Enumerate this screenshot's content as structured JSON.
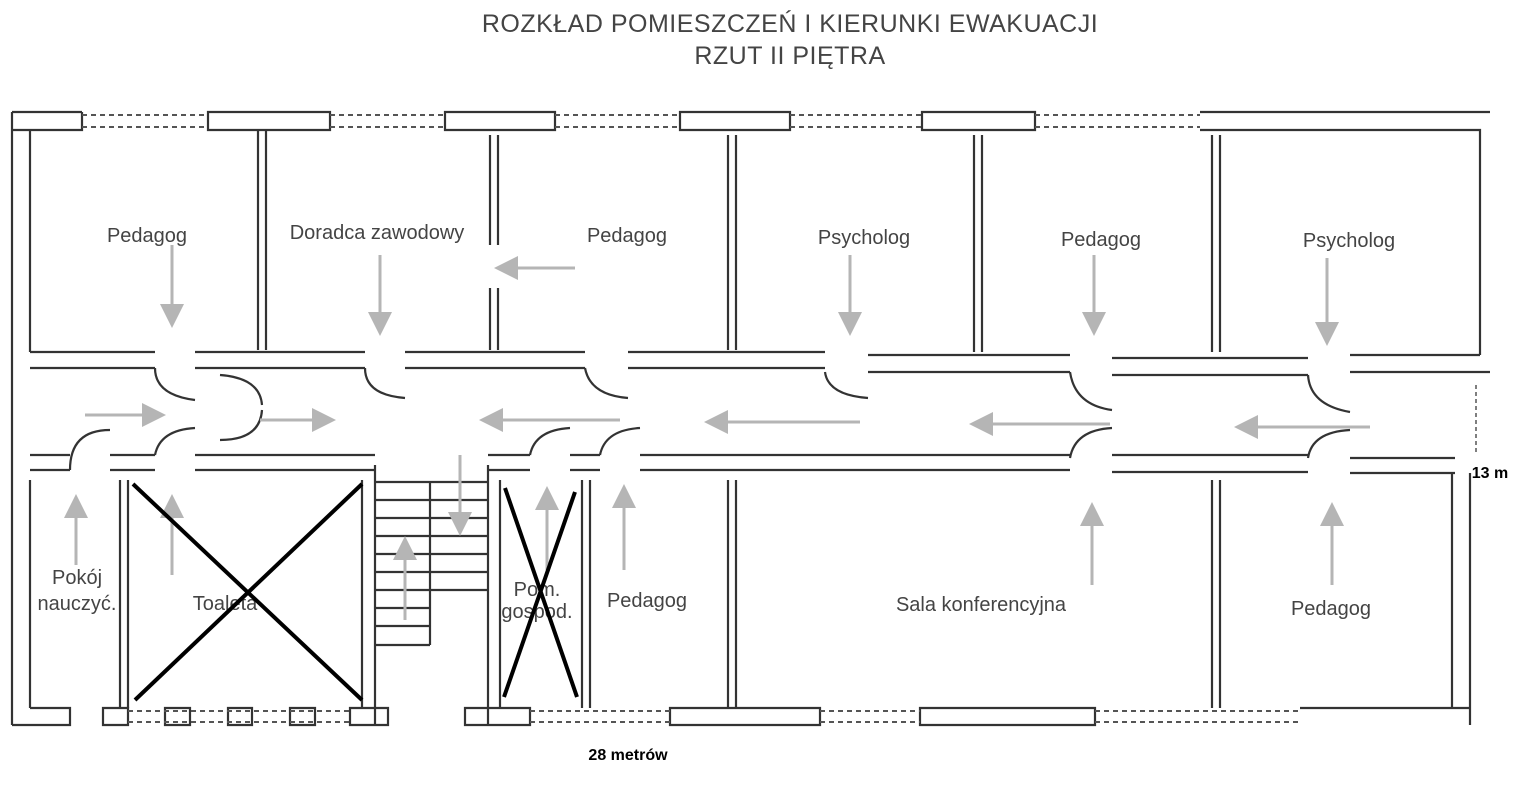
{
  "title": {
    "line1": "ROZKŁAD POMIESZCZEŃ I KIERUNKI EWAKUACJI",
    "line2": "RZUT II PIĘTRA"
  },
  "rooms_top": [
    "Pedagog",
    "Doradca zawodowy",
    "Pedagog",
    "Psycholog",
    "Pedagog",
    "Psycholog"
  ],
  "rooms_bottom": {
    "pokoj_1": "Pokój",
    "pokoj_2": "nauczyć.",
    "toaleta": "Toaleta",
    "pom_1": "Pom.",
    "pom_2": "gospod.",
    "pedagog_a": "Pedagog",
    "sala": "Sala konferencyjna",
    "pedagog_b": "Pedagog"
  },
  "dimensions": {
    "height": "13 m",
    "width": "28 metrów"
  }
}
